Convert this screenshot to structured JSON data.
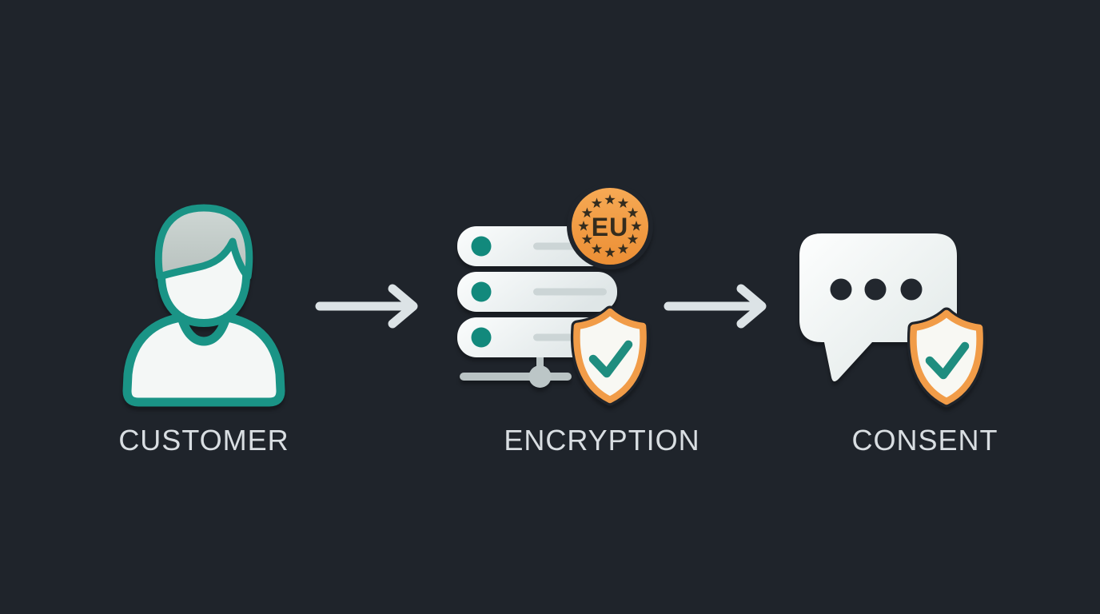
{
  "diagram": {
    "type": "flow",
    "background": "#1f242b",
    "steps": [
      {
        "id": "customer",
        "label": "CUSTOMER",
        "icon": "person-icon"
      },
      {
        "id": "encryption",
        "label": "ENCRYPTION",
        "icon": "server-stack-icon",
        "badges": [
          "eu-badge",
          "shield-check-badge"
        ]
      },
      {
        "id": "consent",
        "label": "CONSENT",
        "icon": "speech-bubble-icon",
        "badges": [
          "shield-check-badge"
        ]
      }
    ],
    "eu_badge": {
      "text": "EU"
    },
    "arrows": [
      {
        "from": "customer",
        "to": "encryption"
      },
      {
        "from": "encryption",
        "to": "consent"
      }
    ],
    "colors": {
      "background": "#1f242b",
      "teal": "#1a9486",
      "teal_dark": "#0f7a6e",
      "orange": "#f19c48",
      "icon_light": "#f2f6f5",
      "hair_gray": "#c5cecb",
      "connector_gray": "#b9c3c4",
      "label_text": "#d9dee2",
      "arrow": "#dce3e6",
      "badge_star": "#342c1e"
    }
  }
}
